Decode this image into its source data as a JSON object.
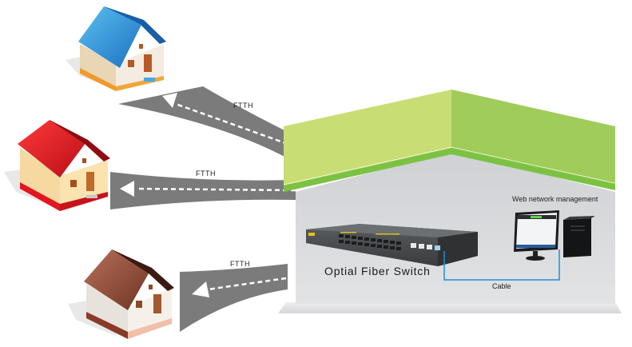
{
  "diagram": {
    "title": "FTTH optical fiber switch network topology",
    "links": [
      {
        "label": "FTTH",
        "target": "blue-roof house"
      },
      {
        "label": "FTTH",
        "target": "red-roof house"
      },
      {
        "label": "FTTH",
        "target": "brown-roof house"
      }
    ],
    "central_building": {
      "roof_colors": {
        "left": "#c9dd75",
        "right": "#a0cc5a",
        "trim": "#7cc242"
      },
      "wall_color": "#dcdde0"
    },
    "switch": {
      "label": "Optial Fiber Switch"
    },
    "management": {
      "label": "Web network management"
    },
    "cable": {
      "label": "Cable",
      "color": "#1e8fd8"
    },
    "houses": [
      {
        "name": "blue-house",
        "roof": "#2e8fd6"
      },
      {
        "name": "red-house",
        "roof": "#e0202a"
      },
      {
        "name": "brown-house",
        "roof": "#8a4a32"
      }
    ]
  }
}
